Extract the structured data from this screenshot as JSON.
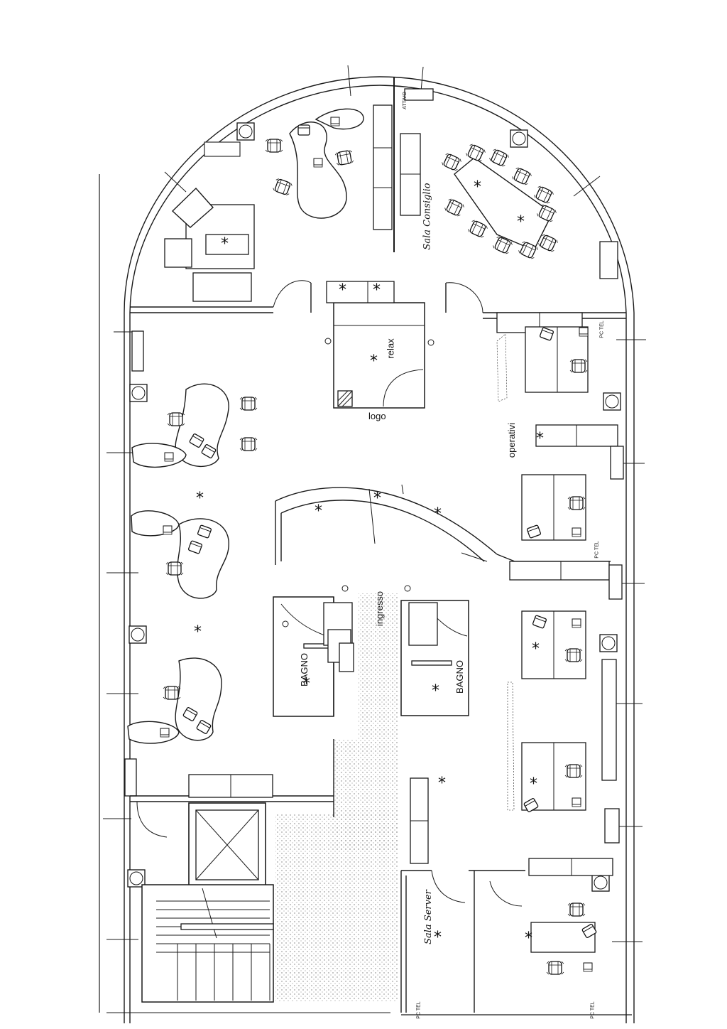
{
  "plan": {
    "rooms": {
      "relax": "relax",
      "logo": "logo",
      "operativi": "operativi",
      "ingresso": "ingresso",
      "bagno_left": "BAGNO",
      "bagno_right": "BAGNO",
      "sala_consiglio": "Sala Consiglio",
      "sala_server": "Sala Server"
    },
    "markers": {
      "star": "*",
      "outlet": "PC TEL",
      "attivo": "ATTIVO"
    },
    "colors": {
      "ink": "#1a1a1a",
      "paper": "#ffffff",
      "stipple": "#9a9a9a"
    }
  }
}
